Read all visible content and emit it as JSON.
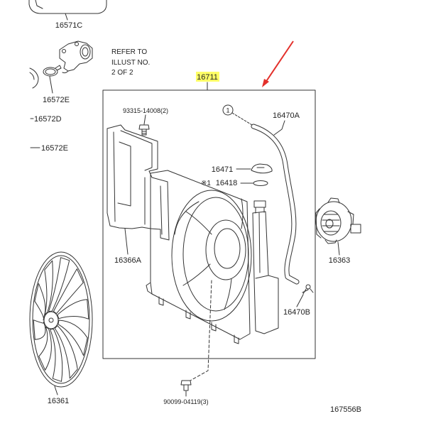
{
  "diagram": {
    "id_code": "167556B",
    "highlight_color": "#ffff66",
    "arrow_color": "#e3302b",
    "line_color": "#333333"
  },
  "labels": {
    "p16571C": "16571C",
    "p16572E_top": "16572E",
    "p16572D": "16572D",
    "p16572E_left": "16572E",
    "p16711": "16711",
    "p93315": "93315-14008(2)",
    "p16470A": "16470A",
    "p16471": "16471",
    "note_mark": "※1",
    "p16418": "16418",
    "p16366A": "16366A",
    "p16363": "16363",
    "p16470B": "16470B",
    "p16361": "16361",
    "p90099": "90099-04119(3)"
  },
  "reference_note": [
    "REFER TO",
    "ILLUST NO.",
    "2 OF 2"
  ],
  "callout_number": "1"
}
